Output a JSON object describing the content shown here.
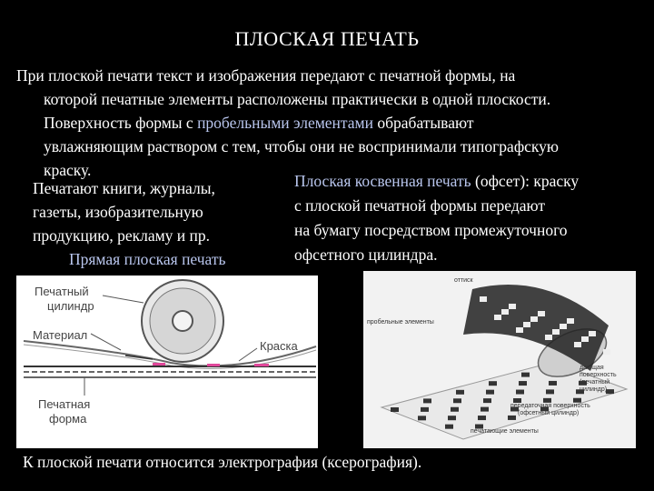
{
  "title": "ПЛОСКАЯ ПЕЧАТЬ",
  "intro": {
    "line1": "При плоской печати текст и изображения передают с печатной формы, на",
    "line2": "которой печатные элементы расположены практически в одной плоскости.",
    "line3_a": "Поверхность формы  с ",
    "line3_hl": "пробельными элементами",
    "line3_b": " обрабатывают",
    "line4": "увлажняющим раствором с тем, чтобы они не воспринимали типографскую",
    "line5": "краску."
  },
  "left": {
    "line1": "Печатают книги, журналы,",
    "line2": "газеты, изобразительную",
    "line3": "продукцию, рекламу и пр."
  },
  "right": {
    "line1_hl": "Плоская косвенная  печать",
    "line1_b": " (офсет): краску",
    "line2": "с плоской печатной формы  передают",
    "line3": " на бумагу посредством промежуточного",
    "line4": "офсетного цилиндра."
  },
  "caption_direct": "Прямая плоская печать",
  "figure_direct": {
    "label_cylinder_1": "Печатный",
    "label_cylinder_2": "цилиндр",
    "label_material": "Материал",
    "label_ink": "Краска",
    "label_form_1": "Печатная",
    "label_form_2": "форма",
    "accent_color": "#e0479a"
  },
  "figure_offset": {
    "label_top": "оттиск",
    "label_blank": "пробельные элементы",
    "label_damp_1": "дающая",
    "label_damp_2": "поверхность",
    "label_damp_3": "(печатный",
    "label_damp_4": "цилиндр)",
    "label_transfer_1": "передаточная поверхность",
    "label_transfer_2": "(офсетный цилиндр)",
    "label_print": "печатающие элементы"
  },
  "footer": "К плоской печати относится электрография (ксерография)."
}
